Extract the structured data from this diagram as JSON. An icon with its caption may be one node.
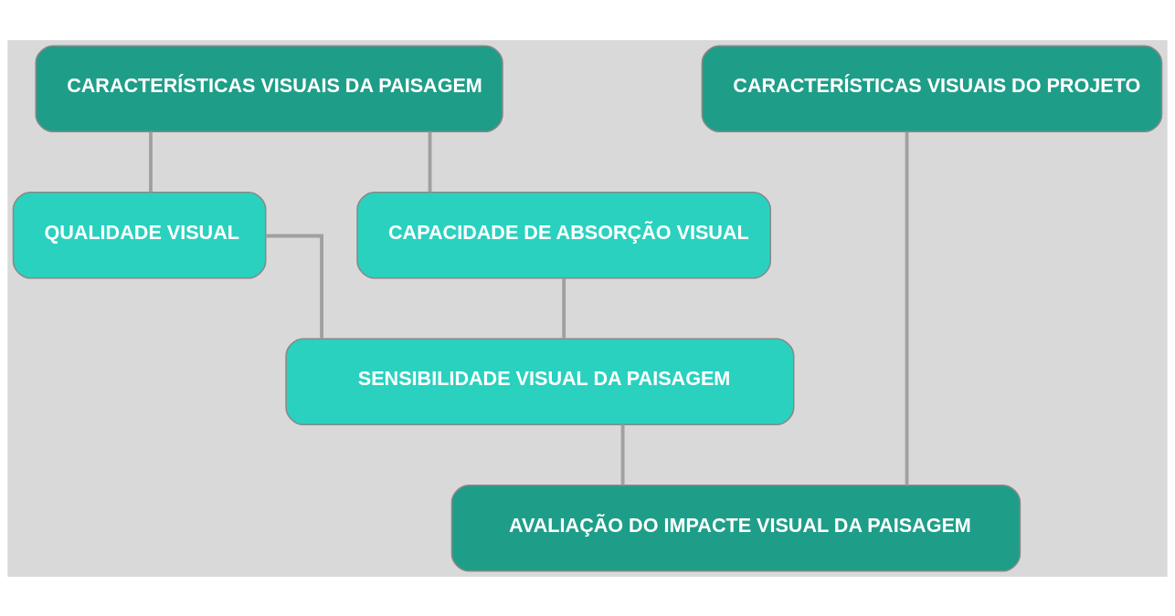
{
  "diagram": {
    "nodes": [
      {
        "text": [
          "CARACTERÍSTICAS VISUAIS DA PAISAGEM"
        ]
      },
      {
        "text": [
          "QUALIDADE VISUAL"
        ]
      },
      {
        "text": [
          "CAPACIDADE DE ABSORÇÃO VISUAL"
        ]
      },
      {
        "text": [
          "SENSIBILIDADE VISUAL DA PAISAGEM"
        ]
      },
      {
        "text": [
          "CARACTERÍSTICAS VISUAIS DO PROJETO"
        ]
      },
      {
        "text": [
          "AVALIAÇÃO DO IMPACTE VISUAL DA PAISAGEM"
        ]
      }
    ],
    "edges": [
      {
        "from": 0,
        "to": 1,
        "arrow": "none"
      },
      {
        "from": 0,
        "to": 2,
        "arrow": "none"
      },
      {
        "from": 1,
        "to": 3,
        "arrow": "none"
      },
      {
        "from": 2,
        "to": 3,
        "arrow": "none"
      },
      {
        "from": 3,
        "to": 5,
        "arrow": "none"
      },
      {
        "from": 4,
        "to": 5,
        "arrow": "none"
      }
    ]
  }
}
